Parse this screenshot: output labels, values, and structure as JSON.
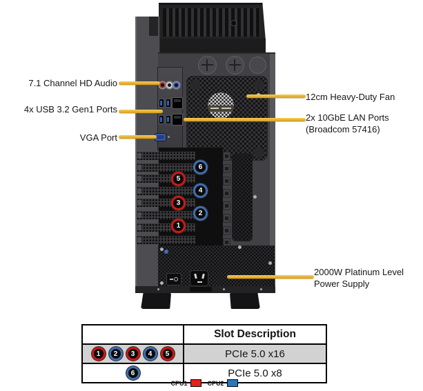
{
  "figure": {
    "type": "hardware-rear-view-diagram",
    "subject": "workstation tower rear panel"
  },
  "callouts": [
    {
      "id": "audio",
      "label": "7.1 Channel HD Audio"
    },
    {
      "id": "usb",
      "label": "4x USB 3.2 Gen1 Ports"
    },
    {
      "id": "vga",
      "label": "VGA Port"
    },
    {
      "id": "fan",
      "label": "12cm Heavy-Duty  Fan"
    },
    {
      "id": "lan",
      "label": "2x 10GbE LAN Ports",
      "label2": "(Broadcom 57416)"
    },
    {
      "id": "psu",
      "label": "2000W Platinum Level",
      "label2": "Power Supply"
    }
  ],
  "rear_slots": [
    {
      "number": "1",
      "cpu": "CPU1"
    },
    {
      "number": "2",
      "cpu": "CPU2"
    },
    {
      "number": "3",
      "cpu": "CPU1"
    },
    {
      "number": "4",
      "cpu": "CPU2"
    },
    {
      "number": "5",
      "cpu": "CPU1"
    },
    {
      "number": "6",
      "cpu": "CPU2"
    }
  ],
  "table": {
    "header": "Slot Description",
    "rows": [
      {
        "badges": [
          {
            "number": "1",
            "cpu": "CPU1"
          },
          {
            "number": "2",
            "cpu": "CPU2"
          },
          {
            "number": "3",
            "cpu": "CPU1"
          },
          {
            "number": "4",
            "cpu": "CPU2"
          },
          {
            "number": "5",
            "cpu": "CPU1"
          }
        ],
        "description": "PCIe 5.0 x16"
      },
      {
        "badges": [
          {
            "number": "6",
            "cpu": "CPU2"
          }
        ],
        "description": "PCIe 5.0 x8"
      }
    ]
  },
  "legend": {
    "cpu1_label": "CPU1",
    "cpu2_label": "CPU2"
  },
  "colors": {
    "cpu1_red": "#e8201a",
    "cpu2_blue": "#2878be",
    "badge_ring_red": "#cf1612",
    "badge_ring_blue": "#3e6db2",
    "arrow_yellow": "#e8b63a",
    "table_row_highlight": "#d2d2d2"
  }
}
